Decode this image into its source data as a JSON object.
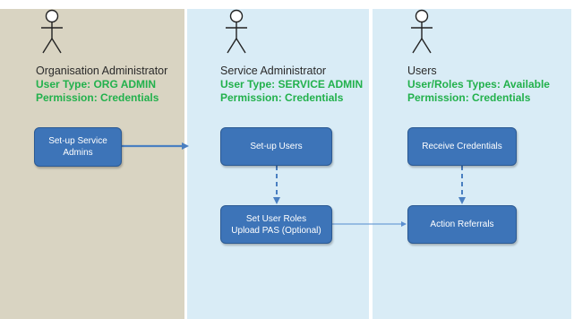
{
  "lanes": [
    {
      "role_title": "Organisation Administrator",
      "user_type": "User Type: ORG ADMIN",
      "permission": "Permission: Credentials",
      "boxes": [
        {
          "lines": [
            "Set-up Service",
            "Admins"
          ]
        }
      ]
    },
    {
      "role_title": "Service Administrator",
      "user_type": "User Type: SERVICE ADMIN",
      "permission": "Permission: Credentials",
      "boxes": [
        {
          "lines": [
            "Set-up Users"
          ]
        },
        {
          "lines": [
            "Set User Roles",
            "Upload PAS (Optional)"
          ]
        }
      ]
    },
    {
      "role_title": "Users",
      "user_type": "User/Roles Types: Available",
      "permission": "Permission: Credentials",
      "boxes": [
        {
          "lines": [
            "Receive Credentials"
          ]
        },
        {
          "lines": [
            "Action Referrals"
          ]
        }
      ]
    }
  ],
  "colors": {
    "org_lane": "#d9d4c2",
    "service_lane": "#d9ecf6",
    "box_fill": "#3d74b8",
    "green_text": "#22b14c",
    "arrow": "#4a7fc1"
  }
}
